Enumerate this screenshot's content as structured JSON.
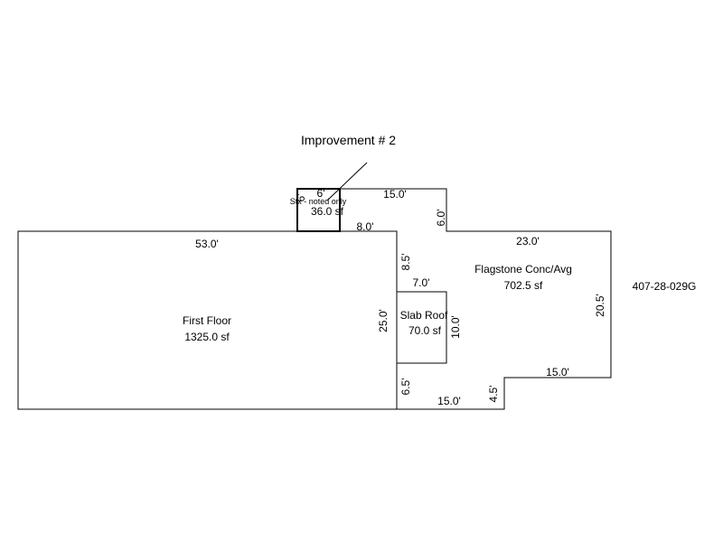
{
  "parcel_id": "407-28-029G",
  "callout": "Improvement # 2",
  "colors": {
    "line": "#000000",
    "background": "#ffffff"
  },
  "areas": {
    "first_floor": {
      "name": "First Floor",
      "area": "1325.0 sf"
    },
    "flagstone": {
      "name": "Flagstone Conc/Avg",
      "area": "702.5 sf"
    },
    "slab_roof": {
      "name": "Slab Roof",
      "area": "70.0 sf"
    },
    "stx": {
      "name": "Stx - noted only",
      "area": "36.0 sf"
    }
  },
  "dimensions": {
    "first_floor_top": "53.0'",
    "first_floor_right": "25.0'",
    "stx_top": "6'",
    "stx_side": "6'",
    "flag_top": "15.0'",
    "flag_step_down": "6.0'",
    "flag_upper_right": "23.0'",
    "flag_right": "20.5'",
    "flag_lower_right": "15.0'",
    "flag_notch": "4.5'",
    "flag_bottom": "15.0'",
    "flag_left_lower": "6.5'",
    "flag_left_upper": "8.5'",
    "flag_gap": "8.0'",
    "slab_top": "7.0'",
    "slab_side": "10.0'"
  }
}
